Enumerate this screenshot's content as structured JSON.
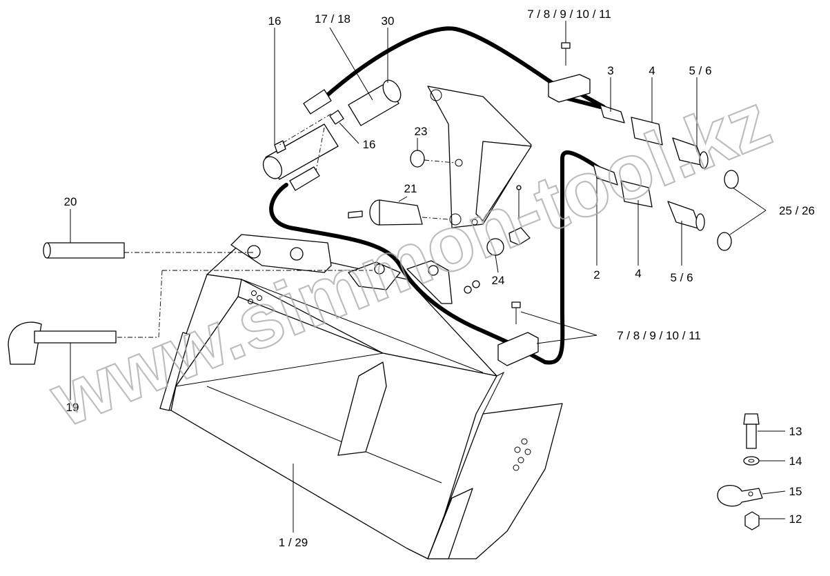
{
  "watermark": "www.simmon-tool.kz",
  "callouts": [
    {
      "id": "c16a",
      "text": "16"
    },
    {
      "id": "c1718",
      "text": "17 / 18"
    },
    {
      "id": "c30",
      "text": "30"
    },
    {
      "id": "c7top",
      "text": "7 / 8 / 9 / 10 / 11"
    },
    {
      "id": "c3",
      "text": "3"
    },
    {
      "id": "c4top",
      "text": "4"
    },
    {
      "id": "c56top",
      "text": "5 / 6"
    },
    {
      "id": "c16b",
      "text": "16"
    },
    {
      "id": "c23",
      "text": "23"
    },
    {
      "id": "c21",
      "text": "21"
    },
    {
      "id": "c20",
      "text": "20"
    },
    {
      "id": "c2526",
      "text": "25 / 26"
    },
    {
      "id": "c2",
      "text": "2"
    },
    {
      "id": "c4bot",
      "text": "4"
    },
    {
      "id": "c56bot",
      "text": "5 / 6"
    },
    {
      "id": "c24",
      "text": "24"
    },
    {
      "id": "c7bot",
      "text": "7 / 8 / 9 / 10 / 11"
    },
    {
      "id": "c19",
      "text": "19"
    },
    {
      "id": "c13",
      "text": "13"
    },
    {
      "id": "c14",
      "text": "14"
    },
    {
      "id": "c15",
      "text": "15"
    },
    {
      "id": "c12",
      "text": "12"
    },
    {
      "id": "c129",
      "text": "1 / 29"
    }
  ]
}
